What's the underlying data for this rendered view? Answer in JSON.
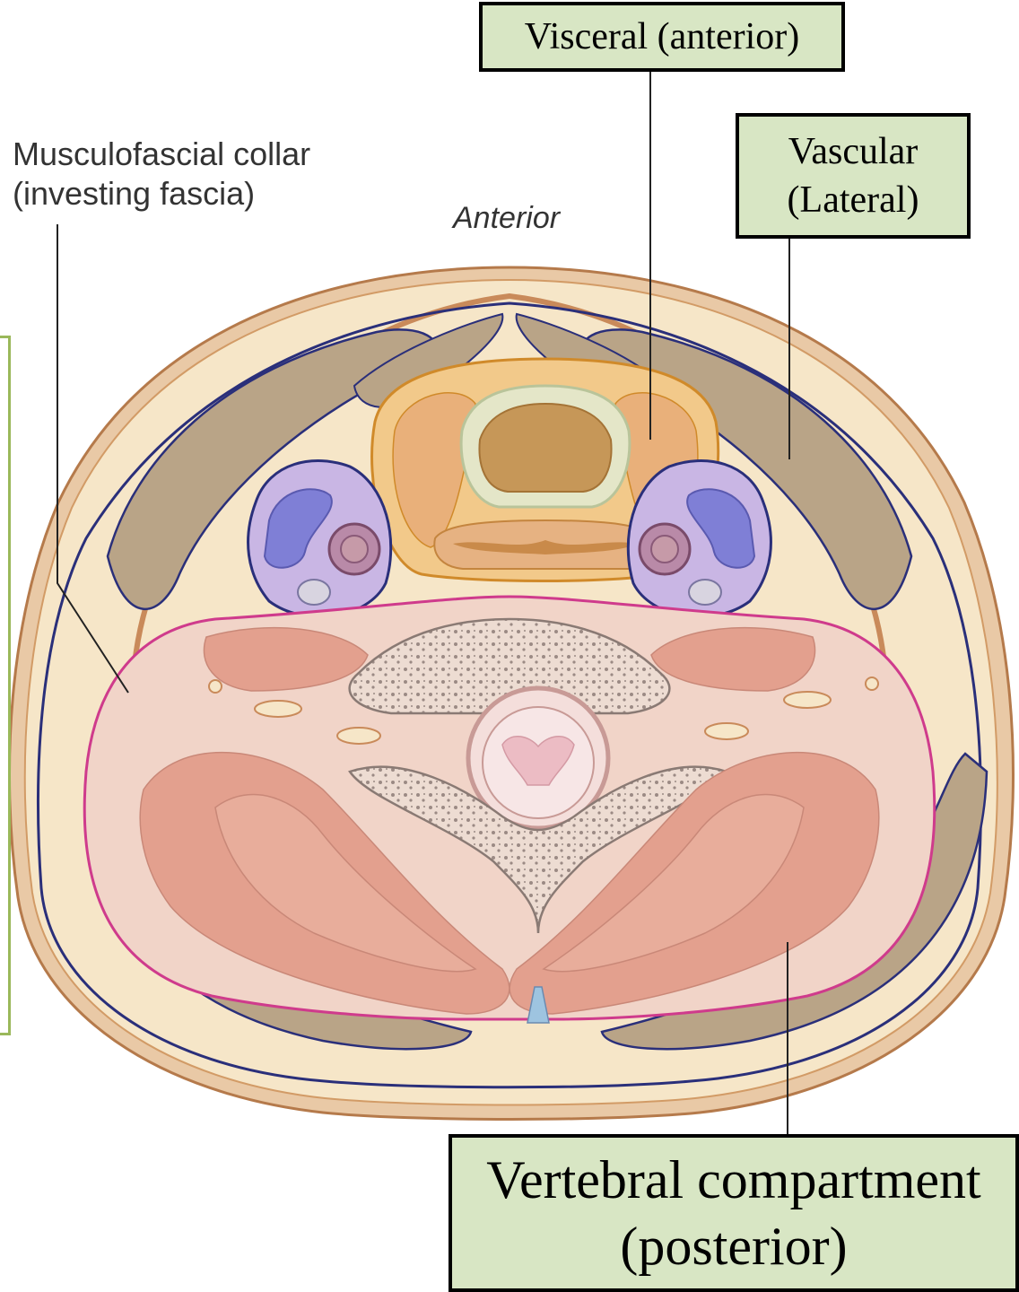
{
  "labels": {
    "visceral": "Visceral (anterior)",
    "vascular_line1": "Vascular",
    "vascular_line2": "(Lateral)",
    "vertebral_line1": "Vertebral compartment",
    "vertebral_line2": "(posterior)",
    "collar_line1": "Musculofascial collar",
    "collar_line2": "(investing fascia)",
    "anterior": "Anterior"
  },
  "colors": {
    "label_fill": "#d8e6c4",
    "label_border": "#000000",
    "skin": "#e9c9a6",
    "subcutaneous": "#f6e6c8",
    "fascia_line": "#2a2f7a",
    "muscle": "#b9a487",
    "visceral_fill": "#f2c98a",
    "visceral_line": "#d08a2a",
    "vascular_fill": "#c9b6e4",
    "vein": "#7f7fd6",
    "artery": "#b98aa8",
    "vertebral_fill": "#f1d4c8",
    "vertebral_line": "#cf3b8c",
    "bone": "#e8d9cf",
    "side_bracket": "#9ab85a"
  }
}
